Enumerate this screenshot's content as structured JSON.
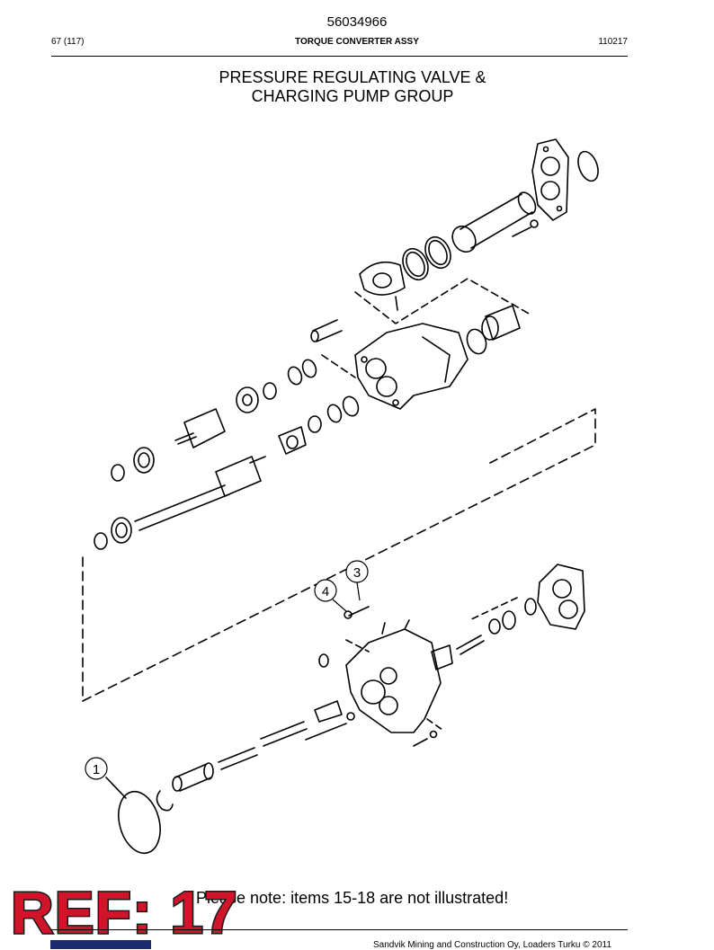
{
  "header": {
    "doc_number": "56034966",
    "page": "67 (117)",
    "section": "TORQUE CONVERTER ASSY",
    "code": "110217"
  },
  "diagram": {
    "title_line1": "PRESSURE REGULATING VALVE &",
    "title_line2": "CHARGING PUMP GROUP",
    "callouts": [
      "1",
      "3",
      "4"
    ]
  },
  "note": "Please note: items 15-18 are not illustrated!",
  "stamp": "REF: 17",
  "footer": {
    "copyright": "Sandvik Mining and Construction Oy, Loaders Turku © 2011"
  }
}
